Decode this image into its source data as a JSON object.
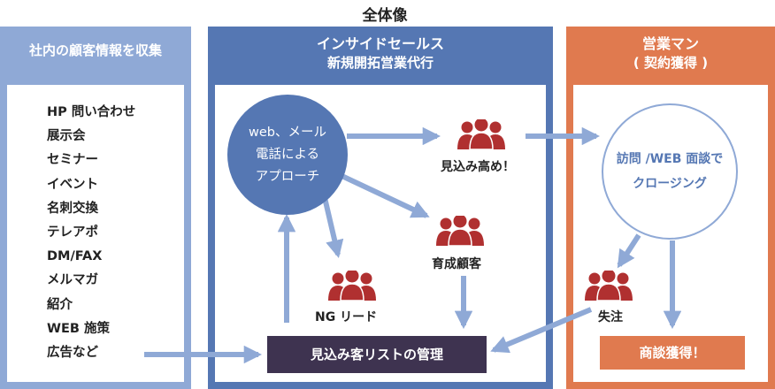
{
  "overall_title": "全体像",
  "left_panel": {
    "title": "社内の顧客情報を収集",
    "sources": [
      "HP 問い合わせ",
      "展示会",
      "セミナー",
      "イベント",
      "名刺交換",
      "テレアポ",
      "DM/FAX",
      "メルマガ",
      "紹介",
      "WEB 施策",
      "広告など"
    ]
  },
  "middle_panel": {
    "title_line1": "インサイドセールス",
    "title_line2": "新規開拓営業代行",
    "approach_lines": [
      "web、メール",
      "電話による",
      "アプローチ"
    ],
    "nodes": {
      "warm_up": "見込み高め！",
      "nurture": "育成顧客",
      "ng_lead": "NG リード"
    },
    "list_box": "見込み客リストの管理"
  },
  "right_panel": {
    "title_line1": "営業マン",
    "title_line2": "( 契約獲得 )",
    "closing_lines": [
      "訪問 /WEB 面談で",
      "クロージング"
    ],
    "lost_order": "失注",
    "deal_box": "商談獲得！"
  },
  "colors": {
    "blue_light": "#8fa9d6",
    "blue_dark": "#5577b3",
    "orange": "#e07a4f",
    "people_red": "#b03030",
    "list_box_dark": "#3e3350"
  },
  "icons": [
    "people-group-icon"
  ]
}
